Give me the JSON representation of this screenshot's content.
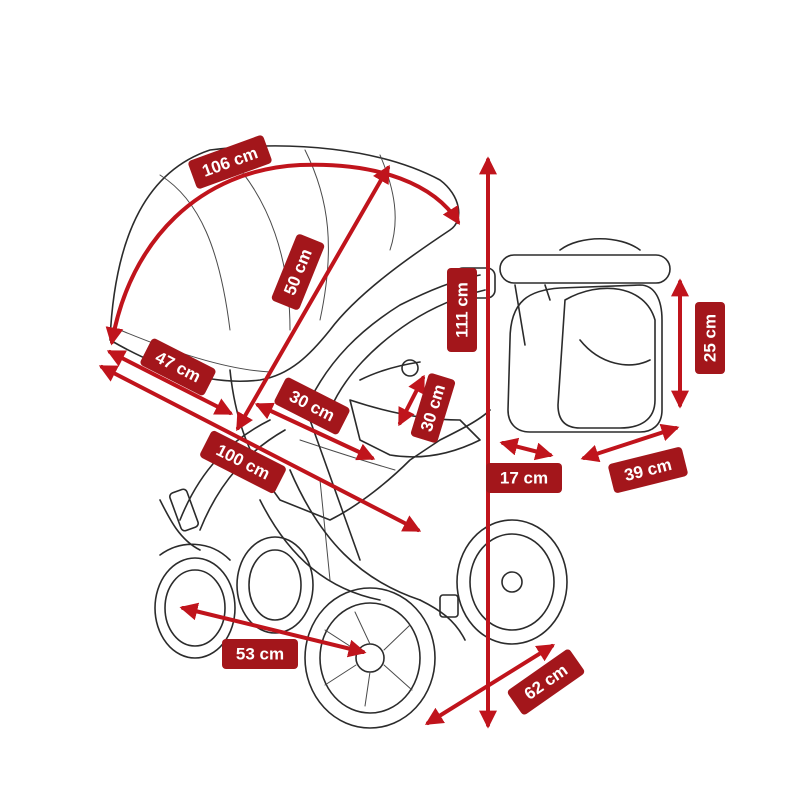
{
  "colors": {
    "dimension": "#c0141c",
    "label_bg": "#a3161b",
    "label_text": "#ffffff",
    "line_art": "#2b2b2b"
  },
  "measurements": {
    "canopy_arc": "106 cm",
    "canopy_depth": "50 cm",
    "seat_length": "47 cm",
    "full_length": "100 cm",
    "seat_width": "30 cm",
    "backrest_height": "30 cm",
    "total_height": "111 cm",
    "bag_height": "25 cm",
    "bag_depth": "17 cm",
    "bag_width": "39 cm",
    "wheelbase": "53 cm",
    "total_width": "62 cm"
  }
}
